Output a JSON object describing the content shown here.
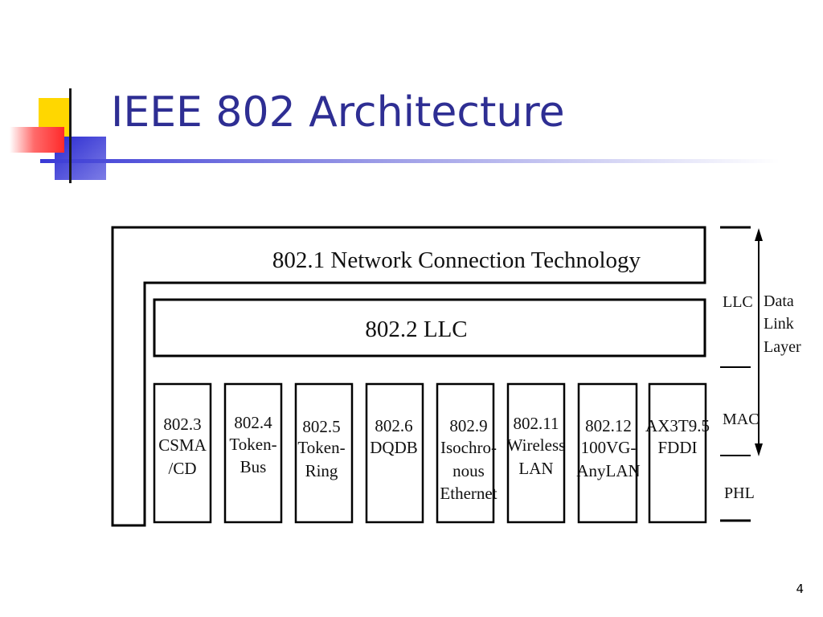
{
  "slide": {
    "title": "IEEE 802 Architecture",
    "page_number": "4"
  },
  "diagram": {
    "top_block": "802.1 Network Connection Technology",
    "llc_block": "802.2 LLC",
    "mac_standards": [
      {
        "lines": [
          "802.3",
          "CSMA",
          "/CD"
        ]
      },
      {
        "lines": [
          "802.4",
          "Token-",
          "Bus"
        ]
      },
      {
        "lines": [
          "802.5",
          "Token-",
          "Ring"
        ]
      },
      {
        "lines": [
          "802.6",
          "DQDB"
        ]
      },
      {
        "lines": [
          "802.9",
          "Isochro-",
          "nous",
          "Ethernet"
        ]
      },
      {
        "lines": [
          "802.11",
          "Wireless",
          "LAN"
        ]
      },
      {
        "lines": [
          "802.12",
          "100VG-",
          "AnyLAN"
        ]
      },
      {
        "lines": [
          "AX3T9.5",
          "FDDI"
        ]
      }
    ],
    "layer_labels": {
      "llc": "LLC",
      "mac": "MAC",
      "phl": "PHL"
    },
    "data_link_label": [
      "Data",
      "Link",
      "Layer"
    ]
  },
  "colors": {
    "title": "#2e2e93",
    "accent_yellow": "#ffd700",
    "accent_red": "#ff3b3b",
    "accent_blue": "#3a3ad6"
  }
}
